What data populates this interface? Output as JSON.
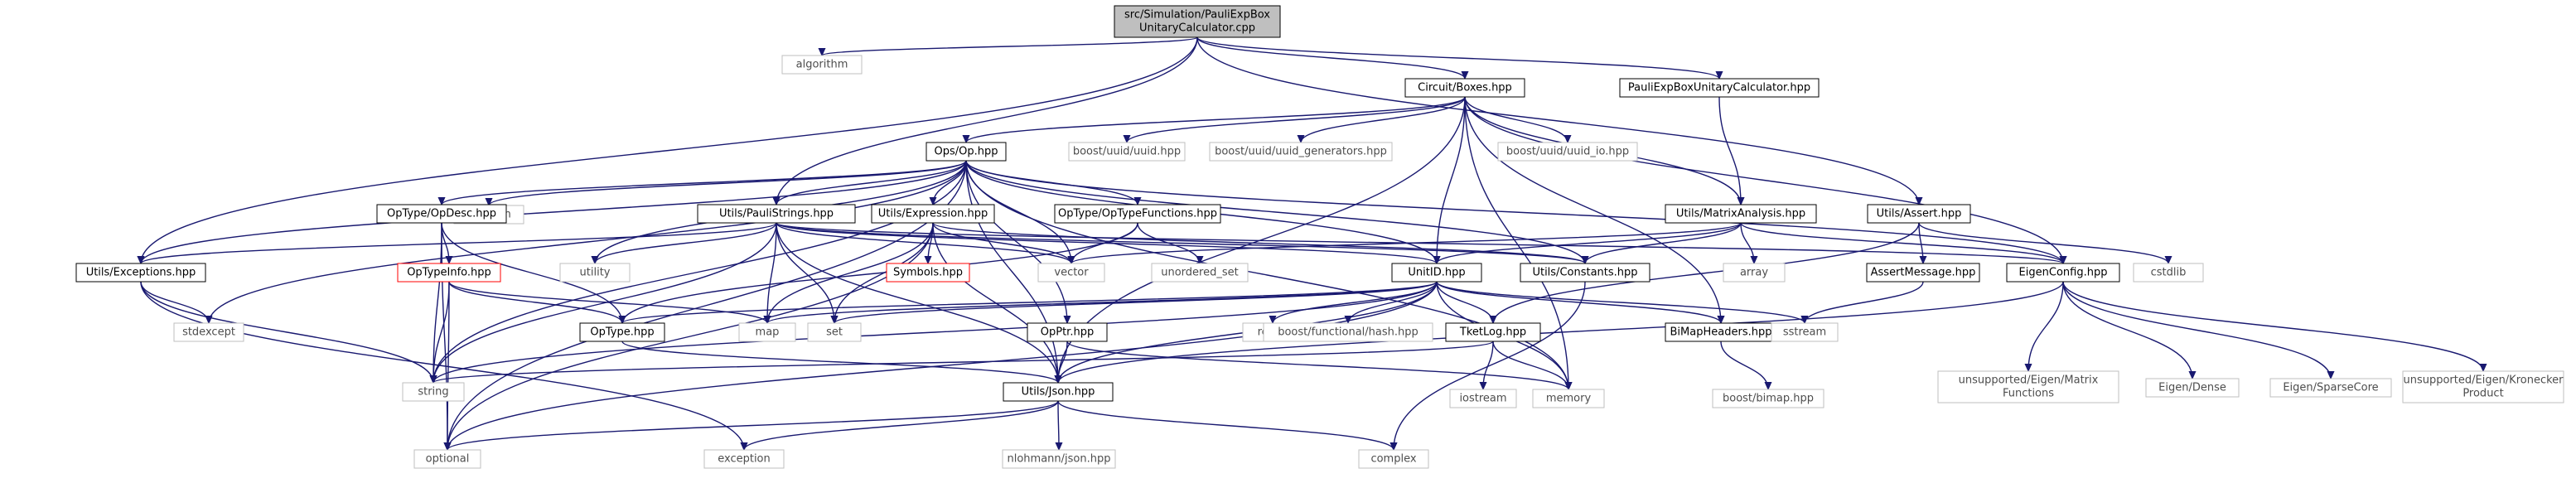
{
  "colors": {
    "edge": "#191970",
    "root_fill": "#bfbfbf",
    "documented_border": "#000000",
    "external_border": "#bfbfbf",
    "external_text": "#4d4d4d",
    "undocumented_border": "#ff0000"
  },
  "nodes": {
    "root": {
      "lines": [
        "src/Simulation/PauliExpBox",
        "UnitaryCalculator.cpp"
      ],
      "kind": "root"
    },
    "algorithm": {
      "lines": [
        "algorithm"
      ],
      "kind": "external"
    },
    "circuit_boxes": {
      "lines": [
        "Circuit/Boxes.hpp"
      ],
      "kind": "documented"
    },
    "pauli_calc_hpp": {
      "lines": [
        "PauliExpBoxUnitaryCalculator.hpp"
      ],
      "kind": "documented"
    },
    "utils_assert": {
      "lines": [
        "Utils/Assert.hpp"
      ],
      "kind": "documented"
    },
    "ops_op": {
      "lines": [
        "Ops/Op.hpp"
      ],
      "kind": "documented"
    },
    "boost_uuid": {
      "lines": [
        "boost/uuid/uuid.hpp"
      ],
      "kind": "external"
    },
    "boost_uuid_gen": {
      "lines": [
        "boost/uuid/uuid_generators.hpp"
      ],
      "kind": "external"
    },
    "boost_uuid_io": {
      "lines": [
        "boost/uuid/uuid_io.hpp"
      ],
      "kind": "external"
    },
    "ostream": {
      "lines": [
        "ostream"
      ],
      "kind": "external"
    },
    "opdesc": {
      "lines": [
        "OpType/OpDesc.hpp"
      ],
      "kind": "documented"
    },
    "pauli_strings": {
      "lines": [
        "Utils/PauliStrings.hpp"
      ],
      "kind": "documented"
    },
    "expression": {
      "lines": [
        "Utils/Expression.hpp"
      ],
      "kind": "documented"
    },
    "optype_functions": {
      "lines": [
        "OpType/OpTypeFunctions.hpp"
      ],
      "kind": "documented"
    },
    "matrix_analysis": {
      "lines": [
        "Utils/MatrixAnalysis.hpp"
      ],
      "kind": "documented"
    },
    "assert_message": {
      "lines": [
        "AssertMessage.hpp"
      ],
      "kind": "documented"
    },
    "cstdlib": {
      "lines": [
        "cstdlib"
      ],
      "kind": "external"
    },
    "exceptions": {
      "lines": [
        "Utils/Exceptions.hpp"
      ],
      "kind": "documented"
    },
    "optypeinfo": {
      "lines": [
        "OpTypeInfo.hpp"
      ],
      "kind": "undocumented"
    },
    "utility": {
      "lines": [
        "utility"
      ],
      "kind": "external"
    },
    "symbols": {
      "lines": [
        "Symbols.hpp"
      ],
      "kind": "undocumented"
    },
    "vector": {
      "lines": [
        "vector"
      ],
      "kind": "external"
    },
    "unordered_set": {
      "lines": [
        "unordered_set"
      ],
      "kind": "external"
    },
    "unitid": {
      "lines": [
        "UnitID.hpp"
      ],
      "kind": "documented"
    },
    "constants": {
      "lines": [
        "Utils/Constants.hpp"
      ],
      "kind": "documented"
    },
    "array": {
      "lines": [
        "array"
      ],
      "kind": "external"
    },
    "eigen_config": {
      "lines": [
        "EigenConfig.hpp"
      ],
      "kind": "documented"
    },
    "stdexcept": {
      "lines": [
        "stdexcept"
      ],
      "kind": "external"
    },
    "map": {
      "lines": [
        "map"
      ],
      "kind": "external"
    },
    "optype": {
      "lines": [
        "OpType.hpp"
      ],
      "kind": "documented"
    },
    "set": {
      "lines": [
        "set"
      ],
      "kind": "external"
    },
    "opptr": {
      "lines": [
        "OpPtr.hpp"
      ],
      "kind": "documented"
    },
    "regex": {
      "lines": [
        "regex"
      ],
      "kind": "external"
    },
    "boost_hash": {
      "lines": [
        "boost/functional/hash.hpp"
      ],
      "kind": "external"
    },
    "tketlog": {
      "lines": [
        "TketLog.hpp"
      ],
      "kind": "documented"
    },
    "bimap_headers": {
      "lines": [
        "BiMapHeaders.hpp"
      ],
      "kind": "documented"
    },
    "sstream": {
      "lines": [
        "sstream"
      ],
      "kind": "external"
    },
    "eigen_matrix_fn": {
      "lines": [
        "unsupported/Eigen/Matrix",
        "Functions"
      ],
      "kind": "external"
    },
    "eigen_dense": {
      "lines": [
        "Eigen/Dense"
      ],
      "kind": "external"
    },
    "eigen_sparse": {
      "lines": [
        "Eigen/SparseCore"
      ],
      "kind": "external"
    },
    "eigen_kron": {
      "lines": [
        "unsupported/Eigen/Kronecker",
        "Product"
      ],
      "kind": "external"
    },
    "string": {
      "lines": [
        "string"
      ],
      "kind": "external"
    },
    "utils_json": {
      "lines": [
        "Utils/Json.hpp"
      ],
      "kind": "documented"
    },
    "iostream": {
      "lines": [
        "iostream"
      ],
      "kind": "external"
    },
    "memory": {
      "lines": [
        "memory"
      ],
      "kind": "external"
    },
    "boost_bimap": {
      "lines": [
        "boost/bimap.hpp"
      ],
      "kind": "external"
    },
    "optional": {
      "lines": [
        "optional"
      ],
      "kind": "external"
    },
    "exception": {
      "lines": [
        "exception"
      ],
      "kind": "external"
    },
    "nlohmann": {
      "lines": [
        "nlohmann/json.hpp"
      ],
      "kind": "external"
    },
    "complex": {
      "lines": [
        "complex"
      ],
      "kind": "external"
    }
  },
  "edges": [
    [
      "root",
      "algorithm"
    ],
    [
      "root",
      "circuit_boxes"
    ],
    [
      "root",
      "pauli_calc_hpp"
    ],
    [
      "root",
      "utils_assert"
    ],
    [
      "root",
      "exceptions"
    ],
    [
      "root",
      "pauli_strings"
    ],
    [
      "circuit_boxes",
      "ops_op"
    ],
    [
      "circuit_boxes",
      "boost_uuid"
    ],
    [
      "circuit_boxes",
      "boost_uuid_gen"
    ],
    [
      "circuit_boxes",
      "boost_uuid_io"
    ],
    [
      "circuit_boxes",
      "matrix_analysis"
    ],
    [
      "circuit_boxes",
      "unitid"
    ],
    [
      "circuit_boxes",
      "eigen_config"
    ],
    [
      "circuit_boxes",
      "bimap_headers"
    ],
    [
      "circuit_boxes",
      "utils_json"
    ],
    [
      "circuit_boxes",
      "memory"
    ],
    [
      "pauli_calc_hpp",
      "matrix_analysis"
    ],
    [
      "utils_assert",
      "assert_message"
    ],
    [
      "utils_assert",
      "cstdlib"
    ],
    [
      "utils_assert",
      "tketlog"
    ],
    [
      "ops_op",
      "ostream"
    ],
    [
      "ops_op",
      "opdesc"
    ],
    [
      "ops_op",
      "pauli_strings"
    ],
    [
      "ops_op",
      "expression"
    ],
    [
      "ops_op",
      "optype_functions"
    ],
    [
      "ops_op",
      "exceptions"
    ],
    [
      "ops_op",
      "stdexcept"
    ],
    [
      "ops_op",
      "utility"
    ],
    [
      "ops_op",
      "vector"
    ],
    [
      "ops_op",
      "unitid"
    ],
    [
      "ops_op",
      "constants"
    ],
    [
      "ops_op",
      "string"
    ],
    [
      "ops_op",
      "optional"
    ],
    [
      "ops_op",
      "utils_json"
    ],
    [
      "ops_op",
      "opptr"
    ],
    [
      "ops_op",
      "memory"
    ],
    [
      "ops_op",
      "eigen_config"
    ],
    [
      "opdesc",
      "optypeinfo"
    ],
    [
      "opdesc",
      "optype"
    ],
    [
      "opdesc",
      "string"
    ],
    [
      "opdesc",
      "optional"
    ],
    [
      "pauli_strings",
      "exceptions"
    ],
    [
      "pauli_strings",
      "utility"
    ],
    [
      "pauli_strings",
      "vector"
    ],
    [
      "pauli_strings",
      "map"
    ],
    [
      "pauli_strings",
      "set"
    ],
    [
      "pauli_strings",
      "string"
    ],
    [
      "pauli_strings",
      "unitid"
    ],
    [
      "pauli_strings",
      "constants"
    ],
    [
      "pauli_strings",
      "eigen_config"
    ],
    [
      "pauli_strings",
      "utils_json"
    ],
    [
      "expression",
      "symbols"
    ],
    [
      "expression",
      "vector"
    ],
    [
      "expression",
      "map"
    ],
    [
      "expression",
      "set"
    ],
    [
      "expression",
      "optional"
    ],
    [
      "expression",
      "constants"
    ],
    [
      "expression",
      "utils_json"
    ],
    [
      "optype_functions",
      "vector"
    ],
    [
      "optype_functions",
      "unordered_set"
    ],
    [
      "optype_functions",
      "optype"
    ],
    [
      "matrix_analysis",
      "vector"
    ],
    [
      "matrix_analysis",
      "array"
    ],
    [
      "matrix_analysis",
      "constants"
    ],
    [
      "matrix_analysis",
      "eigen_config"
    ],
    [
      "matrix_analysis",
      "unitid"
    ],
    [
      "assert_message",
      "sstream"
    ],
    [
      "exceptions",
      "stdexcept"
    ],
    [
      "exceptions",
      "string"
    ],
    [
      "exceptions",
      "exception"
    ],
    [
      "optypeinfo",
      "map"
    ],
    [
      "optypeinfo",
      "optype"
    ],
    [
      "optypeinfo",
      "string"
    ],
    [
      "optypeinfo",
      "optional"
    ],
    [
      "unitid",
      "map"
    ],
    [
      "unitid",
      "set"
    ],
    [
      "unitid",
      "regex"
    ],
    [
      "unitid",
      "boost_hash"
    ],
    [
      "unitid",
      "tketlog"
    ],
    [
      "unitid",
      "bimap_headers"
    ],
    [
      "unitid",
      "sstream"
    ],
    [
      "unitid",
      "string"
    ],
    [
      "unitid",
      "optional"
    ],
    [
      "unitid",
      "memory"
    ],
    [
      "unitid",
      "utils_json"
    ],
    [
      "unitid",
      "optype"
    ],
    [
      "constants",
      "complex"
    ],
    [
      "eigen_config",
      "eigen_matrix_fn"
    ],
    [
      "eigen_config",
      "eigen_dense"
    ],
    [
      "eigen_config",
      "eigen_sparse"
    ],
    [
      "eigen_config",
      "eigen_kron"
    ],
    [
      "eigen_config",
      "utils_json"
    ],
    [
      "optype",
      "utils_json"
    ],
    [
      "opptr",
      "utils_json"
    ],
    [
      "opptr",
      "memory"
    ],
    [
      "tketlog",
      "string"
    ],
    [
      "tketlog",
      "iostream"
    ],
    [
      "tketlog",
      "memory"
    ],
    [
      "bimap_headers",
      "boost_bimap"
    ],
    [
      "utils_json",
      "optional"
    ],
    [
      "utils_json",
      "exception"
    ],
    [
      "utils_json",
      "nlohmann"
    ],
    [
      "utils_json",
      "complex"
    ]
  ]
}
